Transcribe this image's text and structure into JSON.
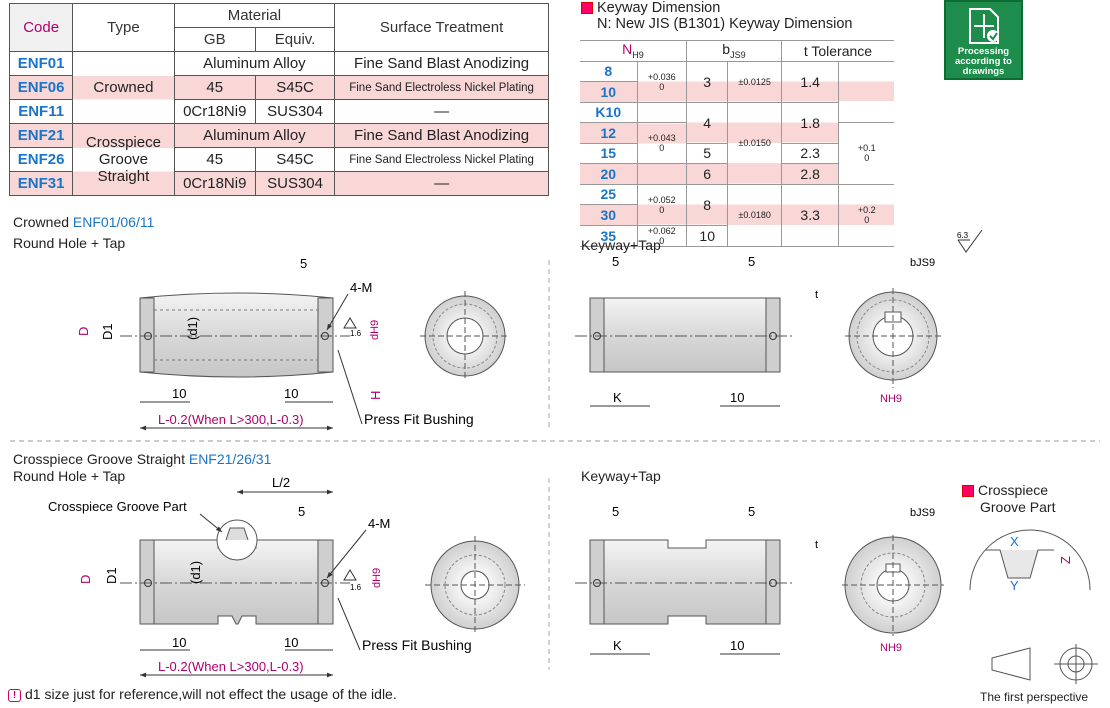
{
  "material_table": {
    "headers": {
      "code": "Code",
      "type": "Type",
      "material": "Material",
      "gb": "GB",
      "equiv": "Equiv.",
      "surface": "Surface Treatment"
    },
    "rows": [
      {
        "code": "ENF01",
        "gb": "Aluminum Alloy",
        "equiv": "",
        "surface": "Fine Sand Blast Anodizing"
      },
      {
        "code": "ENF06",
        "gb": "45",
        "equiv": "S45C",
        "surface": "Fine Sand Electroless Nickel Plating"
      },
      {
        "code": "ENF11",
        "gb": "0Cr18Ni9",
        "equiv": "SUS304",
        "surface": "—"
      },
      {
        "code": "ENF21",
        "gb": "Aluminum Alloy",
        "equiv": "",
        "surface": "Fine Sand Blast Anodizing"
      },
      {
        "code": "ENF26",
        "gb": "45",
        "equiv": "S45C",
        "surface": "Fine Sand Electroless Nickel Plating"
      },
      {
        "code": "ENF31",
        "gb": "0Cr18Ni9",
        "equiv": "SUS304",
        "surface": "—"
      }
    ],
    "type_crowned": "Crowned",
    "type_crosspiece": [
      "Crosspiece",
      "Groove",
      "Straight"
    ]
  },
  "keyway": {
    "title": "Keyway Dimension",
    "subtitle": "N: New JIS (B1301) Keyway Dimension",
    "headers": {
      "n": "N",
      "n_sub": "H9",
      "b": "b",
      "b_sub": "JS9",
      "t": "t Tolerance"
    },
    "n_values": [
      "8",
      "10",
      "K10",
      "12",
      "15",
      "20",
      "25",
      "30",
      "35"
    ],
    "n_tol": [
      "+0.036\n0",
      "+0.043\n0",
      "+0.052\n0",
      "+0.062\n0"
    ],
    "b_values": [
      "3",
      "4",
      "5",
      "6",
      "8",
      "10"
    ],
    "b_tol": [
      "±0.0125",
      "±0.0150",
      "±0.0180"
    ],
    "t_values": [
      "1.4",
      "1.8",
      "2.3",
      "2.8",
      "3.3"
    ],
    "t_tol": [
      "+0.1\n0",
      "+0.2\n0"
    ]
  },
  "badge": {
    "line1": "Processing",
    "line2": "according to",
    "line3": "drawings"
  },
  "roughness": "6.3",
  "section1": {
    "title": "Crowned",
    "codes": "ENF01/06/11",
    "subtitle": "Round Hole + Tap",
    "keyway_title": "Keyway+Tap"
  },
  "section2": {
    "title": "Crosspiece Groove Straight",
    "codes": "ENF21/26/31",
    "subtitle": "Round Hole + Tap",
    "keyway_title": "Keyway+Tap",
    "groove_part_label": "Crosspiece Groove Part",
    "groove_title_1": "Crosspiece",
    "groove_title_2": "Groove Part"
  },
  "dims": {
    "five": "5",
    "ten": "10",
    "four_m": "4-M",
    "d1": "(d1)",
    "D": "D",
    "D1": "D1",
    "dh9": "dH9",
    "H": "H",
    "L_text": "L-0.2(When L>300,L-0.3)",
    "press_fit": "Press Fit Bushing",
    "half_L": "L/2",
    "K": "K",
    "t": "t",
    "bjs9": "bJS9",
    "nh9": "NH9",
    "rough16": "1.6",
    "X": "X",
    "Y": "Y",
    "Z": "Z"
  },
  "note": "d1 size just for reference,will not effect the usage of the idle.",
  "perspective": "The first perspective"
}
